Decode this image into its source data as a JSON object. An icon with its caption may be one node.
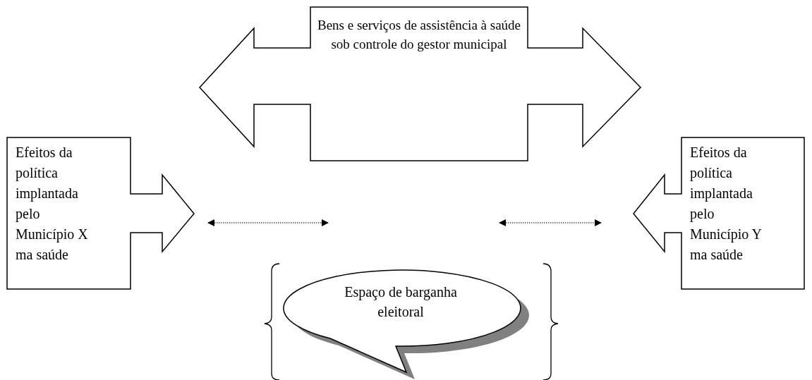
{
  "diagram": {
    "nodes": [
      {
        "text": [
          "Bens e serviços de assistência à saúde sob controle do gestor municipal"
        ]
      },
      {
        "text": [
          "Efeitos da política implantada pelo Município X ma saúde"
        ]
      },
      {
        "text": [
          "Efeitos da política implantada pelo Município Y ma saúde"
        ]
      },
      {
        "text": [
          "Espaço de barganha eleitoral"
        ]
      }
    ]
  }
}
